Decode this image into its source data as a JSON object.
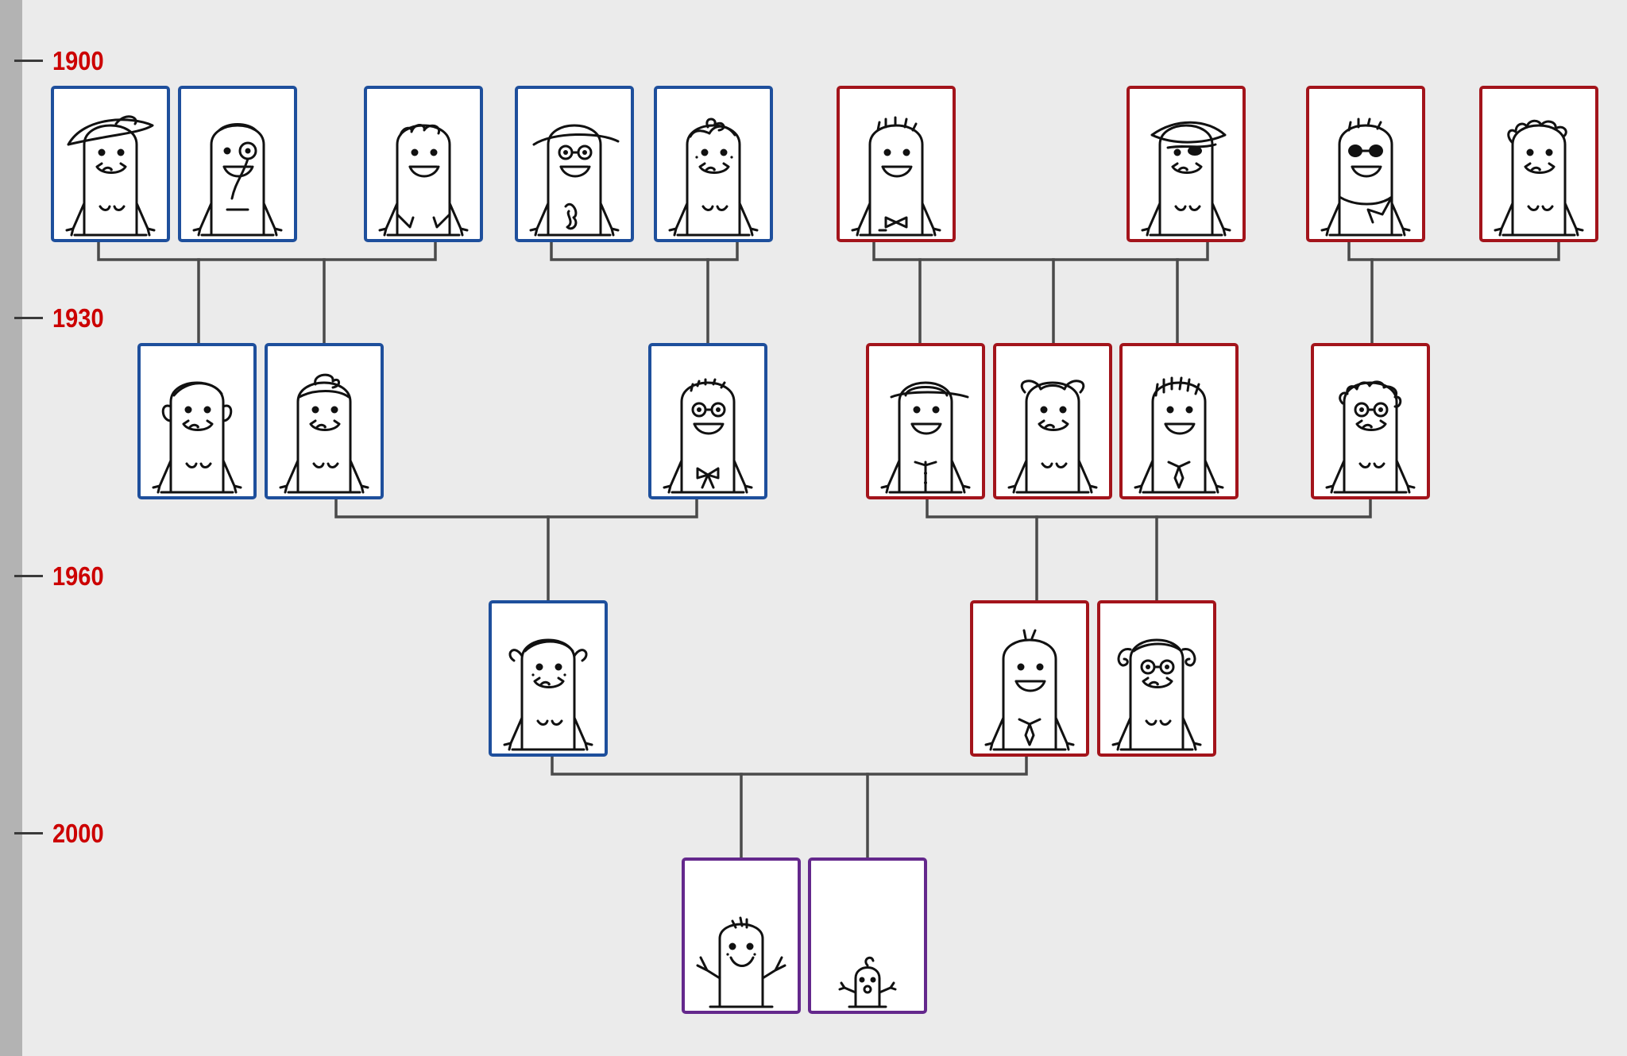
{
  "colors": {
    "background": "#ebebeb",
    "timeline_bar": "#b3b3b3",
    "tick": "#3a3a3a",
    "year_label": "#cc0000",
    "connector": "#4a4a4a",
    "paternal_frame": "#1e4f9c",
    "maternal_frame": "#a3141b",
    "children_frame": "#64288c",
    "card_fill": "#ffffff",
    "drawing_ink": "#111111"
  },
  "timeline": {
    "years": [
      "1900",
      "1930",
      "1960",
      "2000"
    ]
  },
  "family_tree": {
    "generations": [
      {
        "year": "1900",
        "members": [
          {
            "id": "p1",
            "side": "paternal",
            "icon": "woman-with-sunhat-icon"
          },
          {
            "id": "p2",
            "side": "paternal",
            "icon": "man-with-monocle-icon"
          },
          {
            "id": "p3",
            "side": "paternal",
            "icon": "man-with-curly-hair-and-collar-icon"
          },
          {
            "id": "p4",
            "side": "paternal",
            "icon": "man-with-glasses-and-ruffled-shirt-icon"
          },
          {
            "id": "p5",
            "side": "paternal",
            "icon": "woman-with-bow-and-freckles-icon"
          },
          {
            "id": "m1",
            "side": "maternal",
            "icon": "man-with-mustache-and-bowtie-icon"
          },
          {
            "id": "m2",
            "side": "maternal",
            "icon": "woman-with-eyepatch-hat-icon"
          },
          {
            "id": "m3",
            "side": "maternal",
            "icon": "man-with-sunglasses-and-scarf-icon"
          },
          {
            "id": "m4",
            "side": "maternal",
            "icon": "woman-with-curly-hair-icon"
          }
        ]
      },
      {
        "year": "1930",
        "members": [
          {
            "id": "p6",
            "side": "paternal",
            "icon": "woman-with-short-hair-icon"
          },
          {
            "id": "p7",
            "side": "paternal",
            "icon": "woman-with-hair-bun-icon"
          },
          {
            "id": "p8",
            "side": "paternal",
            "icon": "man-with-glasses-and-bow-icon"
          },
          {
            "id": "m5",
            "side": "maternal",
            "icon": "man-with-hat-and-buttoned-shirt-icon"
          },
          {
            "id": "m6",
            "side": "maternal",
            "icon": "woman-with-hair-bow-icon"
          },
          {
            "id": "m7",
            "side": "maternal",
            "icon": "man-with-tie-and-spiky-hair-icon"
          },
          {
            "id": "m8",
            "side": "maternal",
            "icon": "woman-with-curls-and-glasses-icon"
          }
        ]
      },
      {
        "year": "1960",
        "members": [
          {
            "id": "p9",
            "side": "paternal",
            "icon": "woman-with-pigtails-and-freckles-icon"
          },
          {
            "id": "m9",
            "side": "maternal",
            "icon": "man-with-tie-icon"
          },
          {
            "id": "m10",
            "side": "maternal",
            "icon": "woman-with-curls-and-glasses-icon"
          }
        ]
      },
      {
        "year": "2000",
        "members": [
          {
            "id": "c1",
            "side": "children",
            "icon": "child-with-raised-hands-icon"
          },
          {
            "id": "c2",
            "side": "children",
            "icon": "baby-with-pacifier-icon"
          }
        ]
      }
    ]
  }
}
